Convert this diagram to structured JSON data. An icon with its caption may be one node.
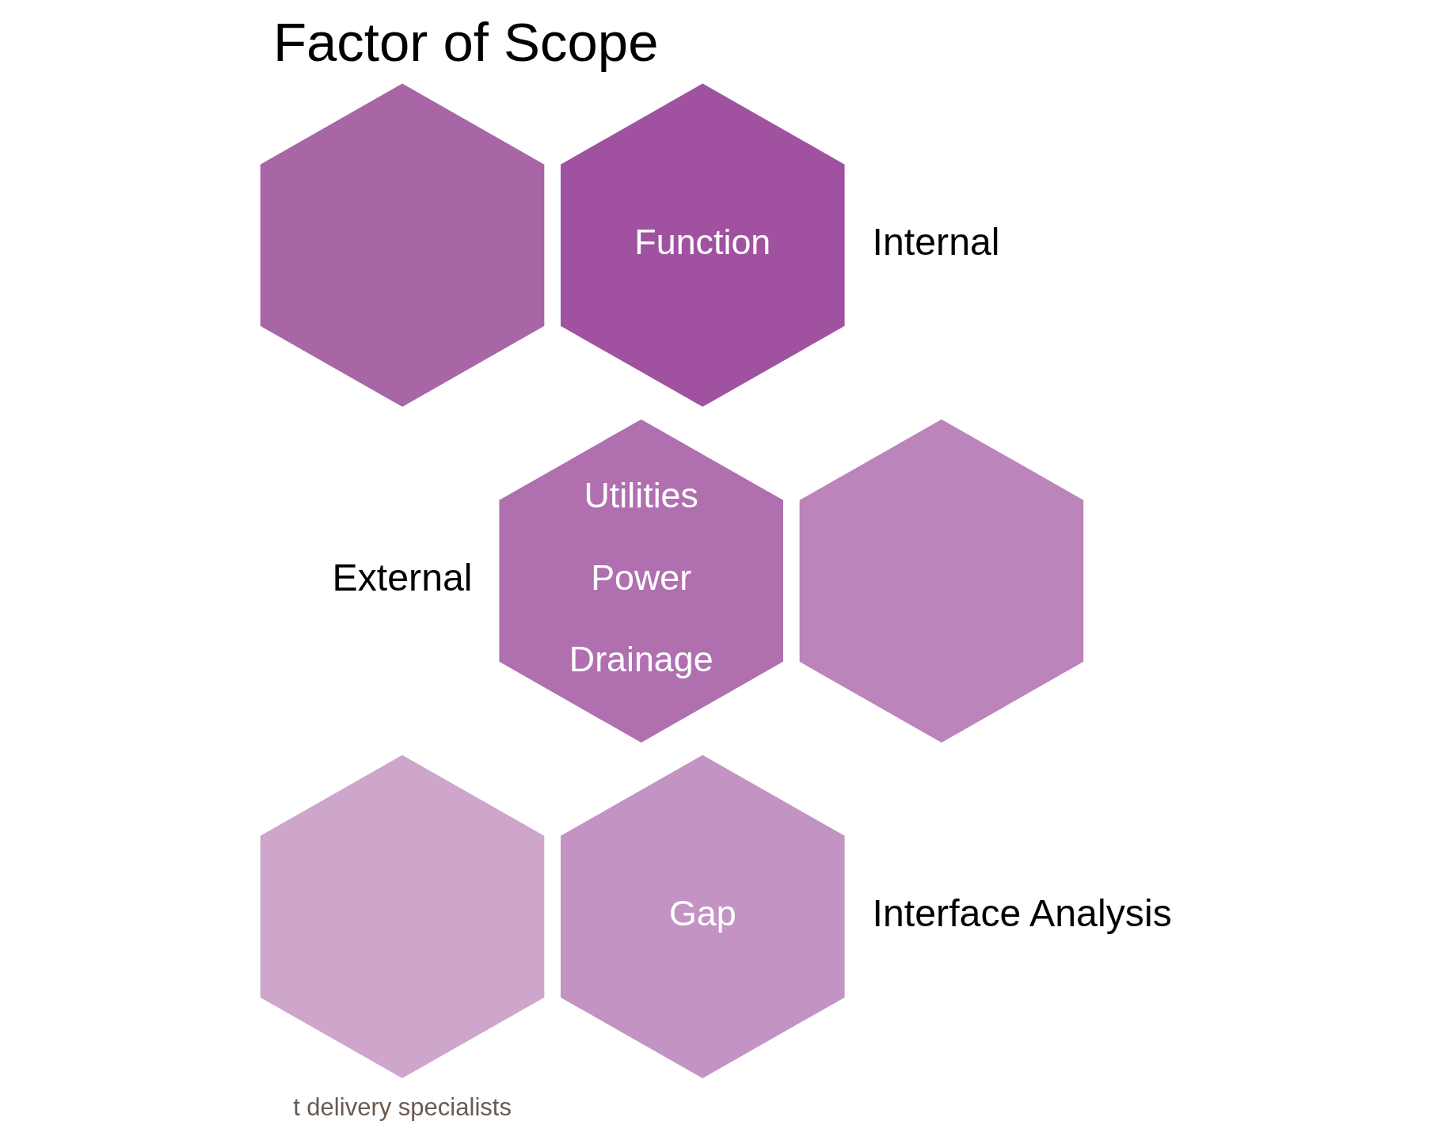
{
  "diagram": {
    "title": "Factor of Scope",
    "nodes": [
      {
        "text": [],
        "shape": "hexagon"
      },
      {
        "text": [
          "Function"
        ],
        "beside": [
          "Internal"
        ]
      },
      {
        "text": [
          "Utilities",
          "Power",
          "Drainage"
        ],
        "beside": [
          "External"
        ]
      },
      {
        "text": [],
        "shape": "hexagon"
      },
      {
        "text": [],
        "shape": "hexagon"
      },
      {
        "text": [
          "Gap"
        ],
        "beside": [
          "Interface Analysis"
        ]
      }
    ],
    "labels": [
      "t delivery specialists"
    ]
  }
}
